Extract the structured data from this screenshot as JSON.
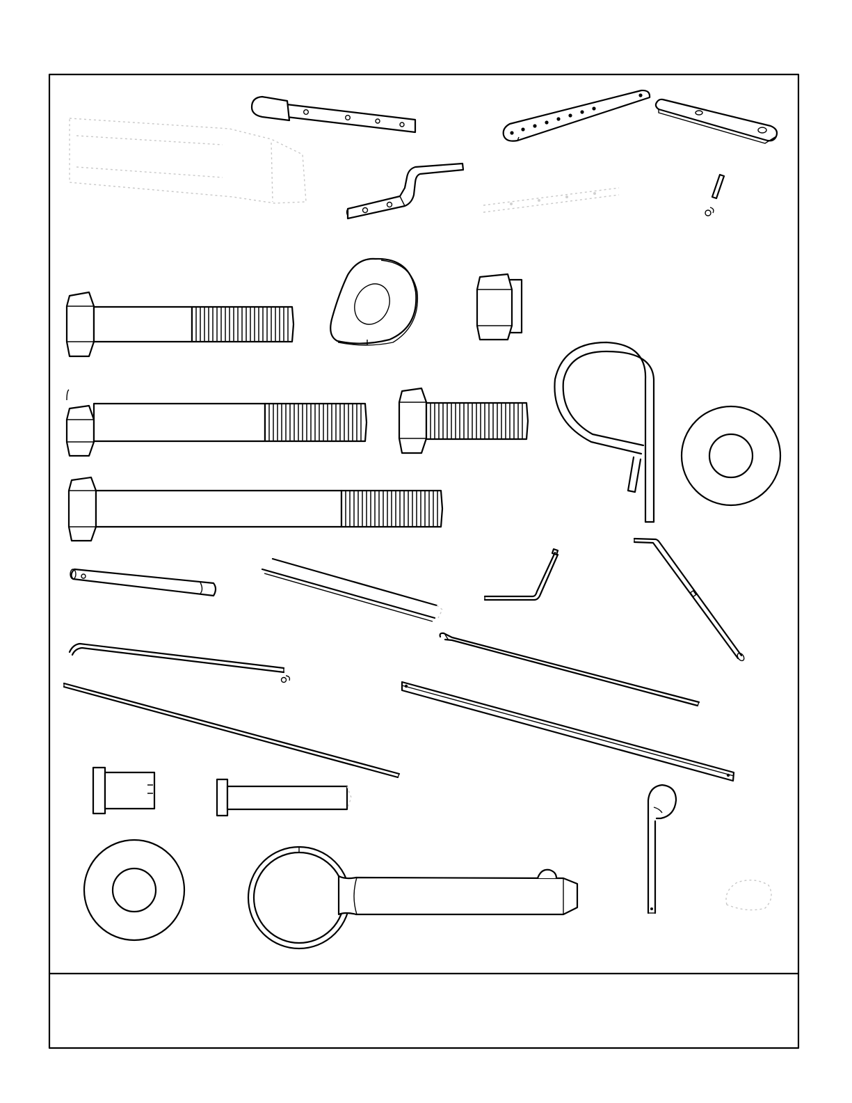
{
  "caption_text": "",
  "colors": {
    "line": "#000000",
    "paper": "#ffffff",
    "faded": "#c8c8c8"
  },
  "parts": [
    "faded-bar-outline",
    "handle-strap",
    "perforated-strap",
    "short-strap",
    "offset-bracket",
    "faded-hole-strip",
    "small-pin-with-clip",
    "hex-bolt-medium",
    "cam-washer",
    "lock-nut",
    "hitch-pin-clip",
    "hex-bolt-long",
    "hex-bolt-short",
    "flat-washer-large",
    "hex-bolt-extra-long",
    "clevis-pin",
    "round-rod",
    "bent-rod-short",
    "bent-rod-long",
    "bent-rod-with-clip",
    "rod-with-bent-end",
    "straight-rod",
    "flat-bar",
    "flanged-bushing",
    "headed-pin",
    "flat-washer-small",
    "ring-pin",
    "hair-pin",
    "faded-clip"
  ]
}
